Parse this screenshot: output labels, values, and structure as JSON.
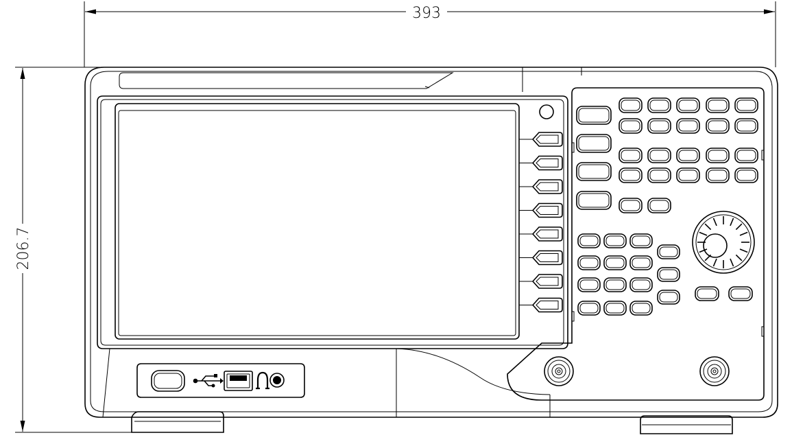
{
  "diagram": {
    "dimension_width": "393",
    "dimension_height": "206.7",
    "softkey_count": 8,
    "keypad": {
      "function_key_rows": 4,
      "function_key_cols": 5
    },
    "front_panel": {
      "usb_port": "usb-port",
      "usb_symbol": "usb-icon",
      "headphone_jack": "headphone-icon"
    },
    "connectors": 2
  }
}
